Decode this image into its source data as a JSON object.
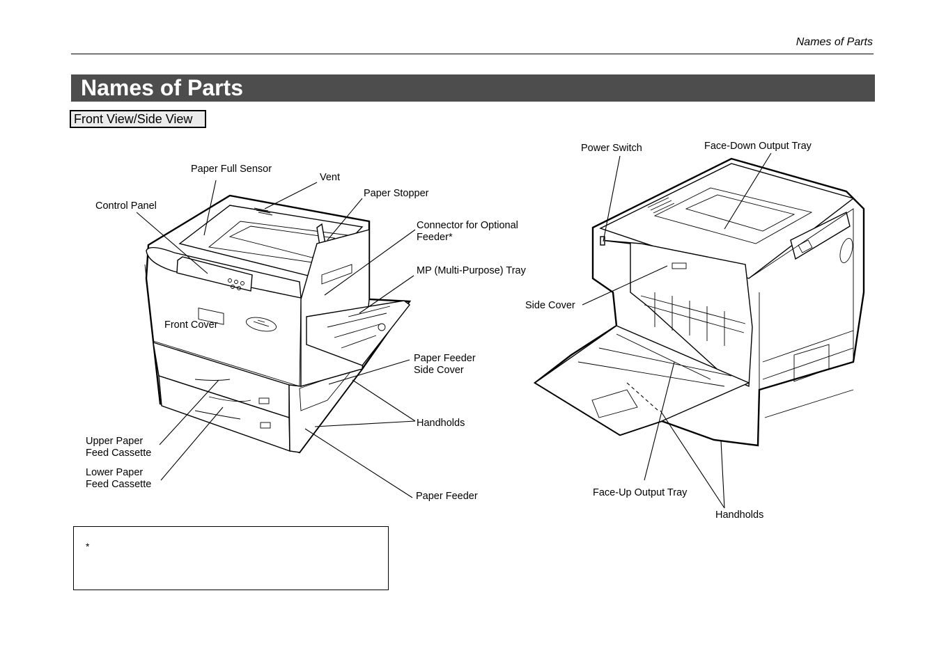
{
  "header": {
    "running_title": "Names of Parts"
  },
  "title": "Names of Parts",
  "section": "Front View/Side View",
  "front_view": {
    "labels": {
      "paper_full_sensor": "Paper Full Sensor",
      "vent": "Vent",
      "paper_stopper": "Paper Stopper",
      "control_panel": "Control Panel",
      "connector_line1": "Connector for Optional",
      "connector_line2": "Feeder*",
      "mp_tray": "MP (Multi-Purpose) Tray",
      "front_cover": "Front Cover",
      "paper_feeder_side_cover_line1": "Paper Feeder",
      "paper_feeder_side_cover_line2": "Side Cover",
      "handholds": "Handholds",
      "upper_cassette_line1": "Upper Paper",
      "upper_cassette_line2": "Feed Cassette",
      "lower_cassette_line1": "Lower Paper",
      "lower_cassette_line2": "Feed Cassette",
      "paper_feeder": "Paper Feeder"
    }
  },
  "side_view": {
    "labels": {
      "power_switch": "Power Switch",
      "face_down_output_tray": "Face-Down Output Tray",
      "side_cover": "Side Cover",
      "face_up_output_tray": "Face-Up Output Tray",
      "handholds": "Handholds"
    }
  },
  "note": {
    "text": "*"
  }
}
